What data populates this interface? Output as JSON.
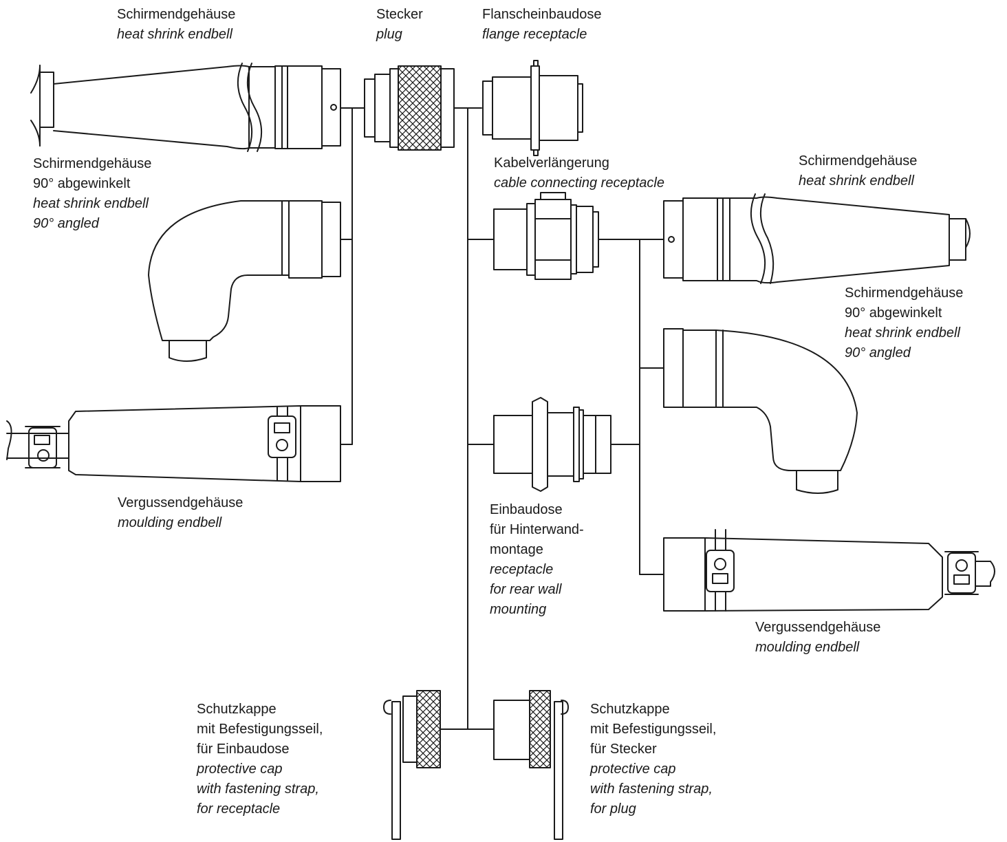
{
  "labels": {
    "heat_shrink_left": {
      "de": "Schirmendgehäuse",
      "en": "heat shrink endbell"
    },
    "plug": {
      "de": "Stecker",
      "en": "plug"
    },
    "flange_receptacle": {
      "de": "Flanscheinbaudose",
      "en": "flange receptacle"
    },
    "angled_left": {
      "de1": "Schirmendgehäuse",
      "de2": "90° abgewinkelt",
      "en1": "heat shrink endbell",
      "en2": "90° angled"
    },
    "cable_connecting": {
      "de": "Kabelverlängerung",
      "en": "cable connecting receptacle"
    },
    "heat_shrink_right": {
      "de": "Schirmendgehäuse",
      "en": "heat shrink endbell"
    },
    "angled_right": {
      "de1": "Schirmendgehäuse",
      "de2": "90° abgewinkelt",
      "en1": "heat shrink endbell",
      "en2": "90° angled"
    },
    "moulding_left": {
      "de": "Vergussendgehäuse",
      "en": "moulding endbell"
    },
    "rear_wall": {
      "de1": "Einbaudose",
      "de2": "für Hinterwand-",
      "de3": "montage",
      "en1": "receptacle",
      "en2": "for rear wall",
      "en3": "mounting"
    },
    "moulding_right": {
      "de": "Vergussendgehäuse",
      "en": "moulding endbell"
    },
    "cap_receptacle": {
      "de1": "Schutzkappe",
      "de2": "mit Befestigungsseil,",
      "de3": "für Einbaudose",
      "en1": "protective cap",
      "en2": "with fastening strap,",
      "en3": "for receptacle"
    },
    "cap_plug": {
      "de1": "Schutzkappe",
      "de2": "mit Befestigungsseil,",
      "de3": "für Stecker",
      "en1": "protective cap",
      "en2": "with fastening strap,",
      "en3": "for plug"
    }
  },
  "colors": {
    "line": "#1a1a1a",
    "background": "#ffffff"
  }
}
